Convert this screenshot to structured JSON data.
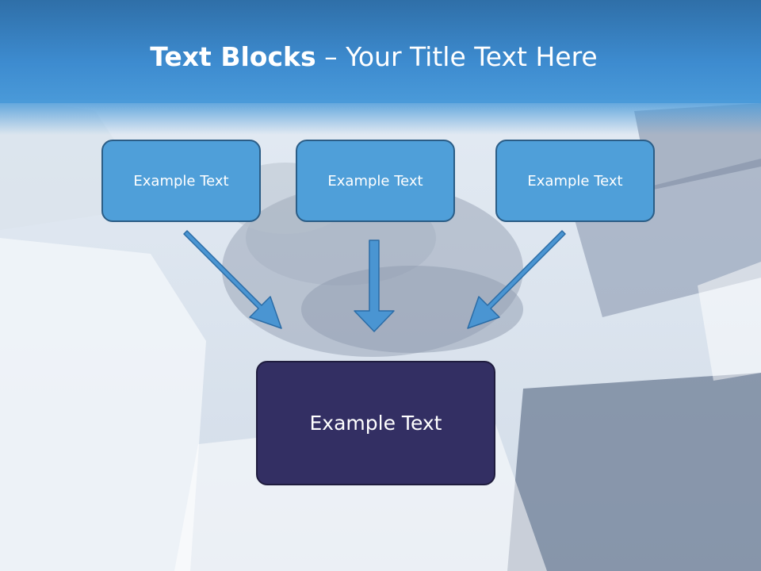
{
  "title": {
    "bold": "Text Blocks",
    "rest": " – Your Title Text Here"
  },
  "boxes": [
    {
      "label": "Example Text"
    },
    {
      "label": "Example Text"
    },
    {
      "label": "Example Text"
    }
  ],
  "target_box": {
    "label": "Example Text"
  },
  "colors": {
    "header": "#3d8bcf",
    "small_box": "#4f9fd9",
    "small_box_border": "#2b5d86",
    "big_box": "#332f63",
    "arrow": "#4a95d2"
  }
}
